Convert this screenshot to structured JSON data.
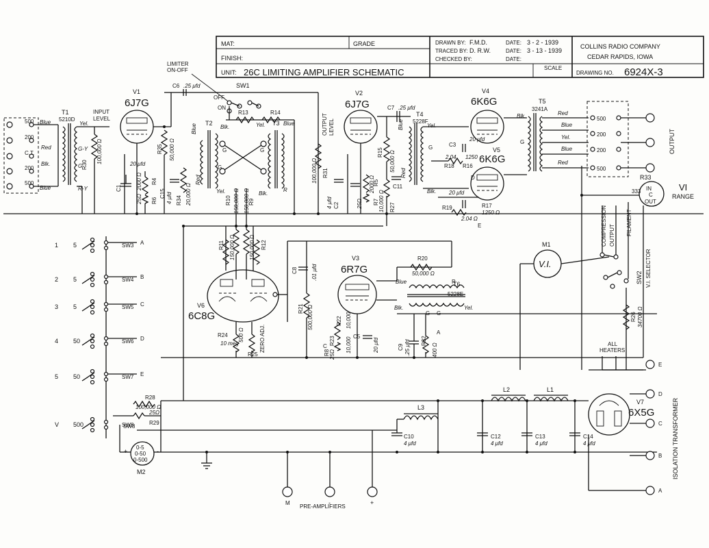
{
  "title_block": {
    "mat": "MAT:",
    "grade": "GRADE",
    "finish": "FINISH:",
    "unit_label": "UNIT:",
    "unit": "26C LIMITING AMPLIFIER SCHEMATIC",
    "drawn_by": "DRAWN BY:",
    "drawn_name": "F.M.D.",
    "drawn_date_label": "DATE:",
    "drawn_date": "3 - 2 - 1939",
    "traced_by": "TRACED BY:",
    "traced_name": "D. R.W.",
    "traced_date_label": "DATE:",
    "traced_date": "3 - 13 - 1939",
    "checked_by": "CHECKED BY:",
    "checked_date_label": "DATE:",
    "company": "COLLINS RADIO COMPANY",
    "city": "CEDAR RAPIDS, IOWA",
    "scale": "SCALE",
    "drawing_no_label": "DRAWING NO.",
    "drawing_no": "6924X-3"
  },
  "tubes": [
    {
      "id": "tube-v1",
      "ref": "V1",
      "type": "6J7G"
    },
    {
      "id": "tube-v2",
      "ref": "V2",
      "type": "6J7G"
    },
    {
      "id": "tube-v3",
      "ref": "V3",
      "type": "6R7G"
    },
    {
      "id": "tube-v4",
      "ref": "V4",
      "type": "6K6G"
    },
    {
      "id": "tube-v5",
      "ref": "V5",
      "type": "6K6G"
    },
    {
      "id": "tube-v6",
      "ref": "V6",
      "type": "6C8G"
    },
    {
      "id": "tube-v7",
      "ref": "V7",
      "type": "6X5G"
    }
  ],
  "transformers": [
    {
      "ref": "T1",
      "part": "5210D"
    },
    {
      "ref": "T2",
      "part": ""
    },
    {
      "ref": "T3",
      "part": ""
    },
    {
      "ref": "T4",
      "part": "5228F"
    },
    {
      "ref": "T5",
      "part": "3241A"
    },
    {
      "ref": "T6",
      "part": "5228E"
    }
  ],
  "resistors": [
    {
      "ref": "R30",
      "value": "100,000 Ω"
    },
    {
      "ref": "R35",
      "value": "50,000 Ω"
    },
    {
      "ref": "R34",
      "value": "20,000 Ω"
    },
    {
      "ref": "R4",
      "value": "2000 Ω"
    },
    {
      "ref": "R6",
      "value": "25Ω"
    },
    {
      "ref": "R13",
      "value": ""
    },
    {
      "ref": "R14",
      "value": ""
    },
    {
      "ref": "R31",
      "value": "100,000 Ω"
    },
    {
      "ref": "R15",
      "value": "50,000 Ω"
    },
    {
      "ref": "R27",
      "value": "10,000 Ω"
    },
    {
      "ref": "R5",
      "value": "2000 Ω"
    },
    {
      "ref": "R7",
      "value": "25Ω"
    },
    {
      "ref": "R18",
      "value": "2.04"
    },
    {
      "ref": "R16",
      "value": "1250"
    },
    {
      "ref": "R19",
      "value": "2.04 Ω"
    },
    {
      "ref": "R17",
      "value": "1250 Ω"
    },
    {
      "ref": "R11",
      "value": "150,000 Ω"
    },
    {
      "ref": "R10",
      "value": "150,000 Ω"
    },
    {
      "ref": "R9",
      "value": "150,000 Ω"
    },
    {
      "ref": "R12",
      "value": "150,000 Ω"
    },
    {
      "ref": "R20",
      "value": "50,000 Ω"
    },
    {
      "ref": "R21",
      "value": "500,000 Ω"
    },
    {
      "ref": "R22",
      "value": "10,000"
    },
    {
      "ref": "R23",
      "value": "10,000"
    },
    {
      "ref": "R8",
      "value": "25Ω"
    },
    {
      "ref": "R24",
      "value": "10 meg"
    },
    {
      "ref": "R25",
      "value": "500 Ω"
    },
    {
      "ref": "R32",
      "value": "400 Ω"
    },
    {
      "ref": "R26",
      "value": "34700 Ω"
    },
    {
      "ref": "R28",
      "value": "100,000 Ω"
    },
    {
      "ref": "R29",
      "value": "25Ω"
    },
    {
      "ref": "R33",
      "value": ""
    }
  ],
  "capacitors": [
    {
      "ref": "C6",
      "value": ".25 μfd"
    },
    {
      "ref": "C7",
      "value": ".25 μfd"
    },
    {
      "ref": "C1",
      "value": "20 μfd"
    },
    {
      "ref": "C15",
      "value": "4 μfd"
    },
    {
      "ref": "C2",
      "value": "4 μfd"
    },
    {
      "ref": "C11",
      "value": ""
    },
    {
      "ref": "C3",
      "value": "20 μfd"
    },
    {
      "ref": "C4",
      "value": "20 μfd"
    },
    {
      "ref": "C8",
      "value": ".01 μfd"
    },
    {
      "ref": "C5",
      "value": "20 μfd"
    },
    {
      "ref": "C9",
      "value": ".25 μfd"
    },
    {
      "ref": "C10",
      "value": "4 μfd"
    },
    {
      "ref": "C12",
      "value": "4 μfd"
    },
    {
      "ref": "C13",
      "value": "4 μfd"
    },
    {
      "ref": "C14",
      "value": "4 μfd"
    }
  ],
  "inductors": [
    "L1",
    "L2",
    "L3"
  ],
  "meters": [
    {
      "ref": "M1",
      "label": "V.I."
    },
    {
      "ref": "M2",
      "label": "0-5\n0-50\n0-500"
    }
  ],
  "switches": {
    "sw1": "SW1",
    "sw1_off": "OFF",
    "sw1_on": "ON",
    "limiter_label": "LIMITER\nON-OFF",
    "sw2": "SW2",
    "sw2_label": "V.I. SELECTOR",
    "sw2_positions": [
      "COMPRESSION",
      "OUTPUT",
      "FILAMENT"
    ],
    "sw3": "SW3",
    "sw4": "SW4",
    "sw5": "SW5",
    "sw6": "SW6",
    "sw7": "SW7",
    "sw8": "SW8"
  },
  "meter_switch_rows": [
    {
      "num": "1",
      "range": "5",
      "sw": "SW3",
      "end": "A"
    },
    {
      "num": "2",
      "range": "5",
      "sw": "SW4",
      "end": "B"
    },
    {
      "num": "3",
      "range": "5",
      "sw": "SW5",
      "end": "C"
    },
    {
      "num": "4",
      "range": "50",
      "sw": "SW6",
      "end": "D"
    },
    {
      "num": "5",
      "range": "50",
      "sw": "SW7",
      "end": "E"
    },
    {
      "num": "V",
      "range": "500",
      "sw": "SW8",
      "end": ""
    }
  ],
  "labels": {
    "input_level": "INPUT\nLEVEL",
    "output_level": "OUTPUT\nLEVEL",
    "output": "OUTPUT",
    "vi_range": "VI\nRANGE",
    "r33_in": "IN",
    "r33_c": "C",
    "r33_out": "OUT",
    "zero_adj": "ZERO ADJ.",
    "all_heaters": "ALL\nHEATERS",
    "isolation_transformer": "ISOLATION TRANSFORMER",
    "pre_amplifiers": "PRE-AMPLIFIERS",
    "pre_m": "M",
    "pre_minus": "-",
    "pre_plus": "+",
    "output_taps": [
      "500",
      "200",
      "200",
      "500"
    ],
    "input_taps": [
      "500",
      "200",
      "C.T.",
      "200",
      "500"
    ],
    "right_terminals": [
      "E",
      "D",
      "C",
      "B",
      "A"
    ]
  },
  "wire_colors": {
    "blue": "Blue",
    "yel": "Yel.",
    "red": "Red",
    "blk": "Blk.",
    "g": "G",
    "gy": "G-Y",
    "ry": "R-Y",
    "r": "R"
  }
}
